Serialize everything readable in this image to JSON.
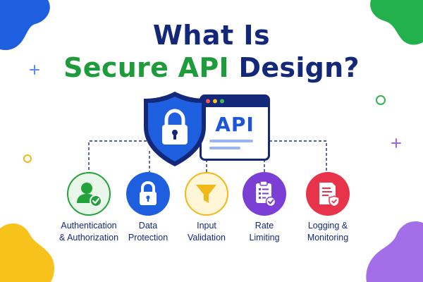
{
  "title": {
    "line1": "What Is",
    "line2_part1": "Secure API",
    "line2_part2": "Design?"
  },
  "center": {
    "shield_icon": "shield-lock-icon",
    "window_label": "API"
  },
  "pillars": [
    {
      "label": "Authentication\n& Authorization",
      "icon": "user-check-icon",
      "color": "#22a33a"
    },
    {
      "label": "Data\nProtection",
      "icon": "padlock-icon",
      "color": "#1e5fe0"
    },
    {
      "label": "Input\nValidation",
      "icon": "funnel-icon",
      "color": "#f2b818"
    },
    {
      "label": "Rate\nLimiting",
      "icon": "clipboard-check-icon",
      "color": "#7b3fd6"
    },
    {
      "label": "Logging &\nMonitoring",
      "icon": "log-shield-icon",
      "color": "#e8344a"
    }
  ],
  "colors": {
    "navy": "#14287a",
    "green": "#1e9b3a",
    "blue": "#1b56d6",
    "yellow": "#f2b818",
    "purple": "#a46ee8"
  }
}
